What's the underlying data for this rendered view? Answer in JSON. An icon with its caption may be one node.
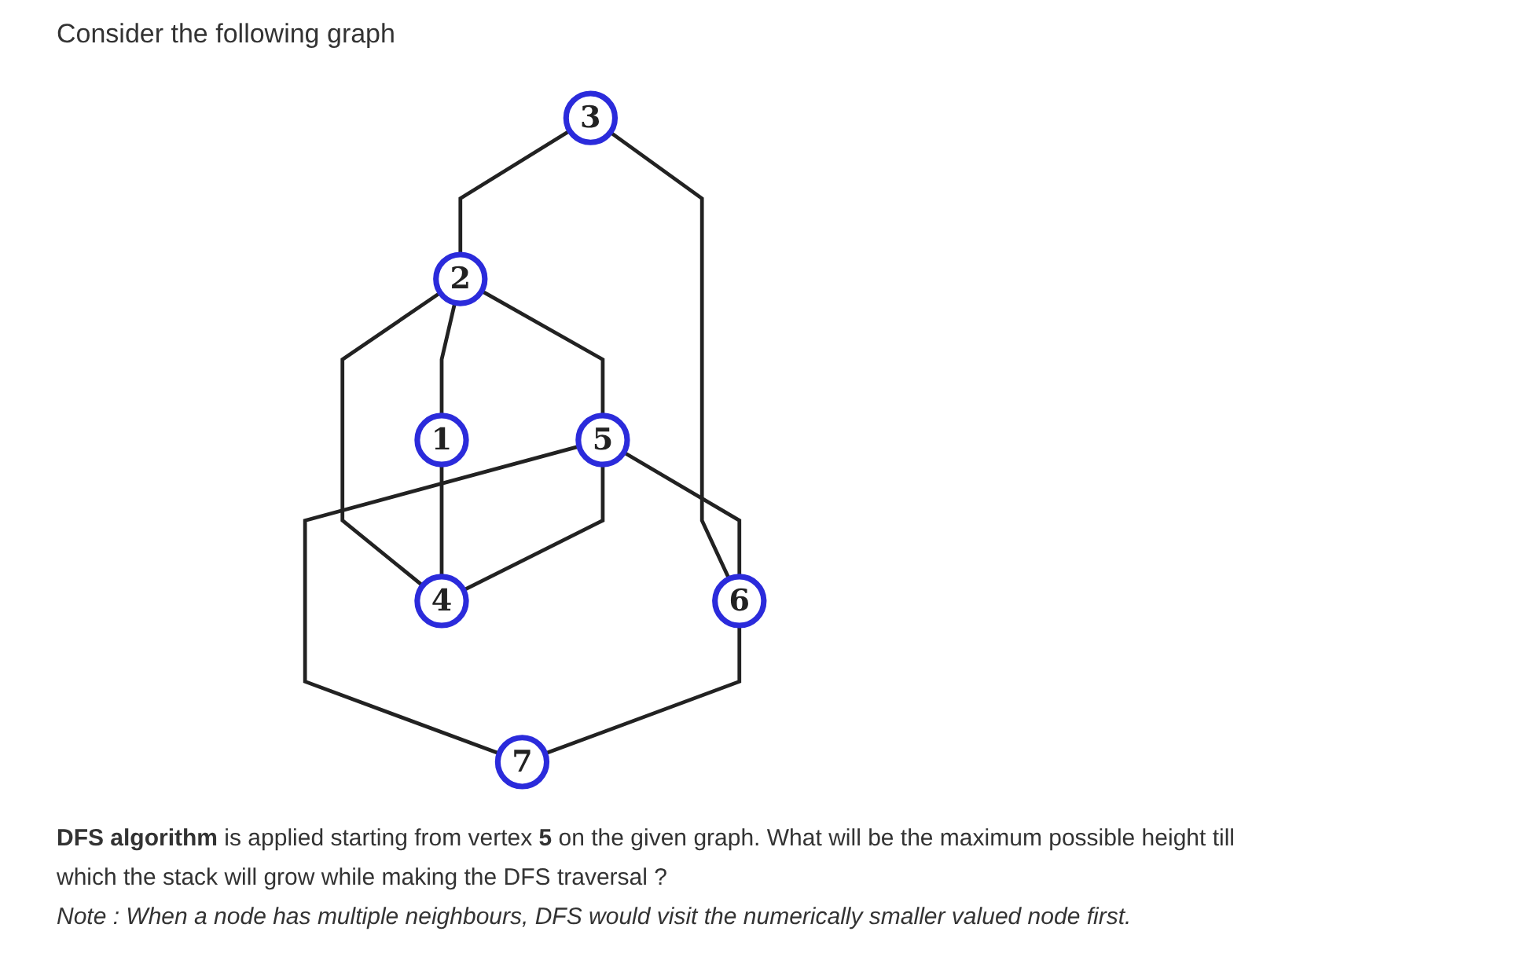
{
  "diagram": {
    "title": "Consider the following graph",
    "nodes": [
      {
        "text": [
          "3"
        ]
      },
      {
        "text": [
          "2"
        ]
      },
      {
        "text": [
          "5"
        ]
      },
      {
        "text": [
          "6"
        ]
      },
      {
        "text": [
          "1"
        ]
      },
      {
        "text": [
          "4"
        ]
      },
      {
        "text": [
          "7"
        ]
      }
    ],
    "edges": [
      {
        "from": 0,
        "to": 1,
        "arrow": "none"
      },
      {
        "from": 0,
        "to": 3,
        "arrow": "none"
      },
      {
        "from": 1,
        "to": 2,
        "arrow": "none"
      },
      {
        "from": 2,
        "to": 3,
        "arrow": "none"
      },
      {
        "from": 1,
        "to": 4,
        "arrow": "none"
      },
      {
        "from": 1,
        "to": 5,
        "arrow": "none"
      },
      {
        "from": 4,
        "to": 5,
        "arrow": "none"
      },
      {
        "from": 2,
        "to": 5,
        "arrow": "none"
      },
      {
        "from": 2,
        "to": 6,
        "arrow": "none"
      },
      {
        "from": 3,
        "to": 6,
        "arrow": "none"
      }
    ],
    "labels": [
      "**DFS algorithm** is applied starting from vertex **5** on the given graph. What will be the maximum possible height till which the stack will grow while making the DFS traversal ?",
      "Note : When a node has multiple neighbours, DFS would visit the numerically smaller valued node first."
    ]
  }
}
